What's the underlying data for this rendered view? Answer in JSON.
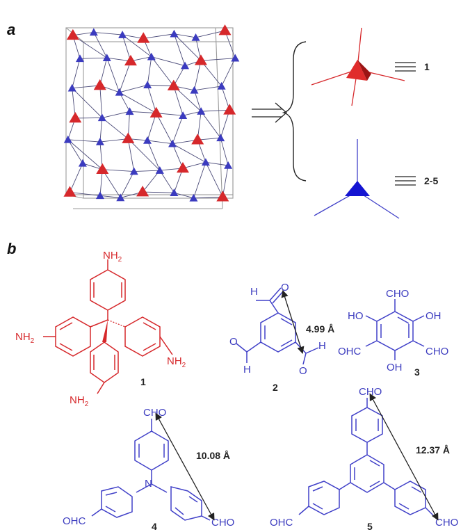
{
  "panels": {
    "a": {
      "label": "a"
    },
    "b": {
      "label": "b"
    }
  },
  "legend": {
    "red_node_equiv": "1",
    "blue_node_equiv": "2-5"
  },
  "compounds": {
    "c1": {
      "number": "1",
      "groups": [
        "NH2",
        "NH2",
        "NH2",
        "NH2"
      ]
    },
    "c2": {
      "number": "2",
      "distance": "4.99 Å"
    },
    "c3": {
      "number": "3"
    },
    "c4": {
      "number": "4",
      "distance": "10.08 Å"
    },
    "c5": {
      "number": "5",
      "distance": "12.37 Å"
    }
  },
  "colors": {
    "red": "#d6282b",
    "blue": "#3b3bbf"
  }
}
